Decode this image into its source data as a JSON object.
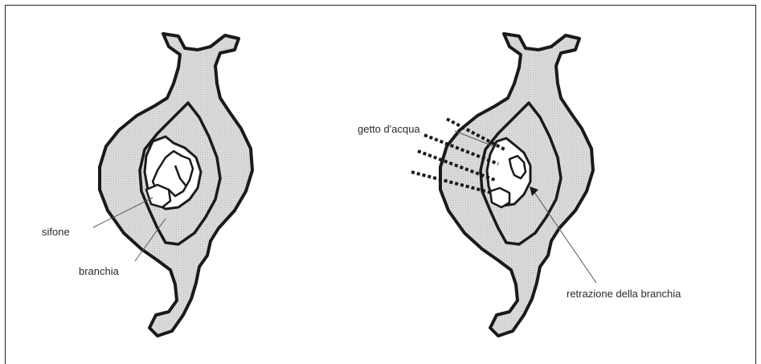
{
  "left_panel": {
    "labels": {
      "siphon": "sifone",
      "gill": "branchia"
    }
  },
  "right_panel": {
    "labels": {
      "water_jet": "getto d'acqua",
      "gill_retraction": "retrazione della branchia"
    }
  },
  "colors": {
    "body_fill": "#d9d9d9",
    "outline": "#1a1a1a",
    "inner_fill": "#ffffff",
    "leader": "#555555",
    "frame": "#222222"
  }
}
